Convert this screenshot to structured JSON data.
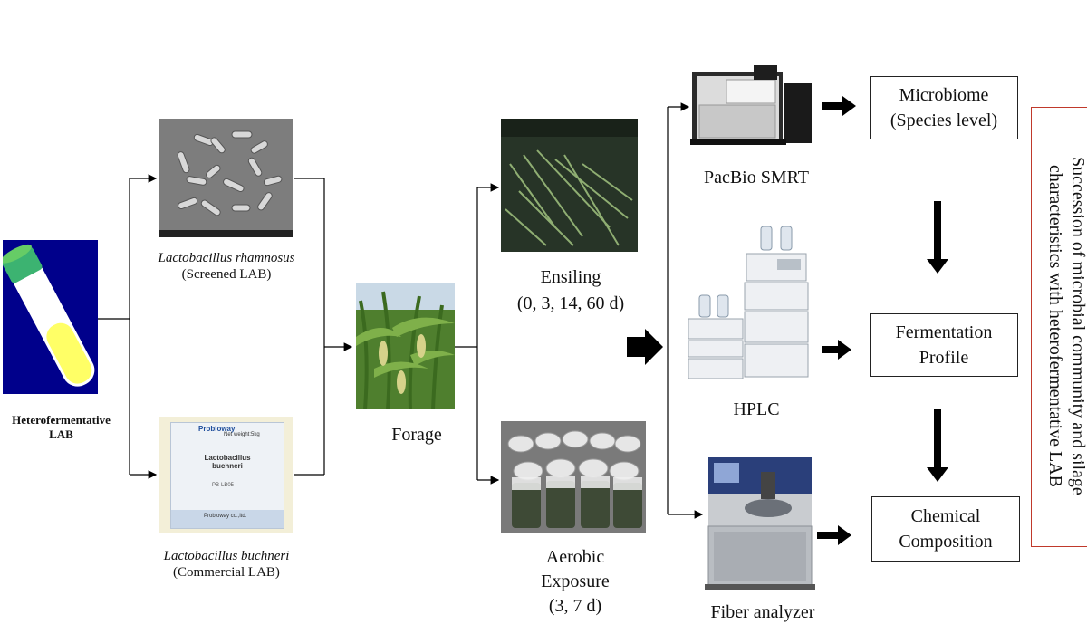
{
  "source": {
    "label_line1": "Heterofermentative",
    "label_line2": "LAB"
  },
  "screened": {
    "species": "Lactobacillus rhamnosus",
    "note": "(Screened LAB)"
  },
  "commercial": {
    "species": "Lactobacillus buchneri",
    "note": "(Commercial LAB)",
    "packet_brand": "Probioway",
    "packet_weight": "Net weight:5kg",
    "packet_name_line1": "Lactobacillus",
    "packet_name_line2": "buchneri",
    "packet_code": "PB-LB05",
    "packet_company": "Probioway co.,ltd."
  },
  "forage": {
    "label": "Forage"
  },
  "ensiling": {
    "line1": "Ensiling",
    "line2": "(0, 3, 14, 60 d)"
  },
  "aerobic": {
    "line1": "Aerobic",
    "line2": "Exposure",
    "line3": "(3, 7 d)"
  },
  "instruments": {
    "pacbio": "PacBio SMRT",
    "hplc": "HPLC",
    "fiber": "Fiber analyzer"
  },
  "outputs": {
    "microbiome_line1": "Microbiome",
    "microbiome_line2": "(Species level)",
    "fermentation_line1": "Fermentation",
    "fermentation_line2": "Profile",
    "chemical_line1": "Chemical",
    "chemical_line2": "Composition"
  },
  "conclusion": {
    "line1": "Succession of microbial community and silage",
    "line2": "characteristics with heterofermentative LAB"
  },
  "colors": {
    "tube_bg": "#00008b",
    "tube_cap": "#3cb371",
    "tube_liquid": "#ffff66",
    "conclusion_border": "#c0392b"
  }
}
